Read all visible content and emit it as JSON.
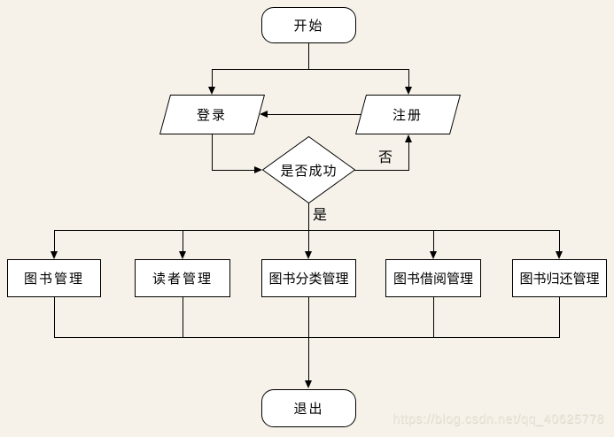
{
  "diagram": {
    "type": "flowchart",
    "nodes": {
      "start": {
        "label": "开始",
        "shape": "terminator"
      },
      "login": {
        "label": "登录",
        "shape": "parallelogram"
      },
      "register": {
        "label": "注册",
        "shape": "parallelogram"
      },
      "decision": {
        "label": "是否成功",
        "shape": "diamond"
      },
      "modules": [
        {
          "label": "图书管理",
          "shape": "process"
        },
        {
          "label": "读者管理",
          "shape": "process"
        },
        {
          "label": "图书分类管理",
          "shape": "process"
        },
        {
          "label": "图书借阅管理",
          "shape": "process"
        },
        {
          "label": "图书归还管理",
          "shape": "process"
        }
      ],
      "exit": {
        "label": "退出",
        "shape": "terminator"
      }
    },
    "edge_labels": {
      "yes": "是",
      "no": "否"
    },
    "flow": [
      "开始 → 登录/注册",
      "注册 → 登录",
      "登录 → 是否成功",
      "是否成功 —否→ 注册",
      "是否成功 —是→ 五大管理模块",
      "管理模块 → 退出"
    ]
  },
  "watermark": {
    "text": "https://blog.csdn.net/qq_40625778"
  },
  "colors": {
    "background": "#f6f2e9",
    "node_fill": "#ffffff",
    "line": "#000000",
    "text": "#000000",
    "watermark": "#edeadf"
  }
}
